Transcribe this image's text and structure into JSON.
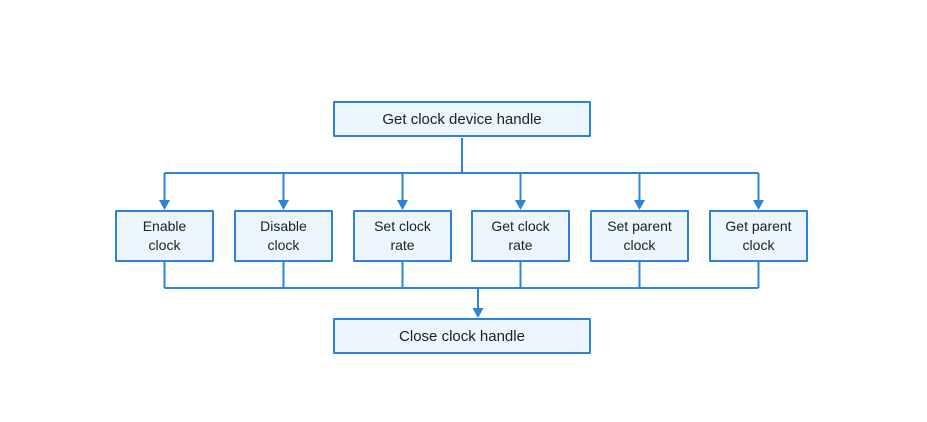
{
  "diagram": {
    "type": "flowchart",
    "colors": {
      "line": "#2d83d8",
      "node_fill": "#eef6fd",
      "node_border": "#2d83d8",
      "text": "#202124",
      "background": "#ffffff"
    },
    "nodes": {
      "top": {
        "label": "Get clock device handle"
      },
      "middle": [
        {
          "label": "Enable\nclock"
        },
        {
          "label": "Disable\nclock"
        },
        {
          "label": "Set clock\nrate"
        },
        {
          "label": "Get clock\nrate"
        },
        {
          "label": "Set parent\nclock"
        },
        {
          "label": "Get parent\nclock"
        }
      ],
      "bottom": {
        "label": "Close clock handle"
      }
    },
    "edges": [
      {
        "from": "top",
        "to": "Enable clock",
        "arrow": "down"
      },
      {
        "from": "top",
        "to": "Disable clock",
        "arrow": "down"
      },
      {
        "from": "top",
        "to": "Set clock rate",
        "arrow": "down"
      },
      {
        "from": "top",
        "to": "Get clock rate",
        "arrow": "down"
      },
      {
        "from": "top",
        "to": "Set parent clock",
        "arrow": "down"
      },
      {
        "from": "top",
        "to": "Get parent clock",
        "arrow": "down"
      },
      {
        "from": "Enable clock",
        "to": "bottom",
        "arrow": "down"
      },
      {
        "from": "Disable clock",
        "to": "bottom",
        "arrow": "down"
      },
      {
        "from": "Set clock rate",
        "to": "bottom",
        "arrow": "down"
      },
      {
        "from": "Get clock rate",
        "to": "bottom",
        "arrow": "down"
      },
      {
        "from": "Set parent clock",
        "to": "bottom",
        "arrow": "down"
      },
      {
        "from": "Get parent clock",
        "to": "bottom",
        "arrow": "down"
      }
    ]
  }
}
